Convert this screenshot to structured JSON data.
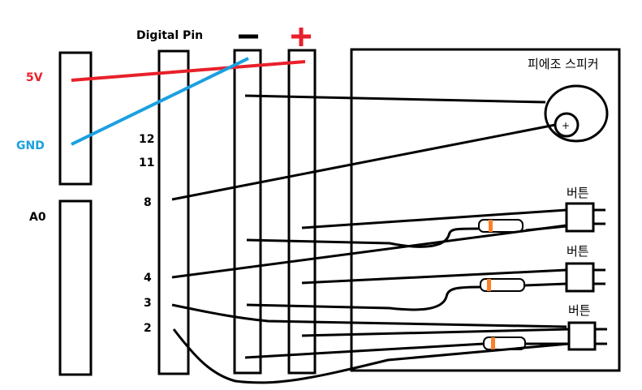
{
  "title": "Digital Pin",
  "rails": {
    "minus": "−",
    "plus": "+"
  },
  "power": {
    "v5": "5V",
    "gnd": "GND"
  },
  "analog": {
    "a0": "A0"
  },
  "pins": {
    "p12": "12",
    "p11": "11",
    "p8": "8",
    "p4": "4",
    "p3": "3",
    "p2": "2"
  },
  "components": {
    "speaker": "피에조 스피커",
    "speaker_pin": "+",
    "buttons": [
      "버튼",
      "버튼",
      "버튼"
    ]
  },
  "colors": {
    "v5_wire": "#e8202a",
    "gnd_wire": "#1aa0e0",
    "plus_sign": "#e8202a",
    "resistor_band": "#ff7f27",
    "line": "#000000"
  },
  "icons": {
    "speaker": "piezo-speaker-icon",
    "button": "push-button-icon",
    "resistor": "resistor-icon"
  }
}
